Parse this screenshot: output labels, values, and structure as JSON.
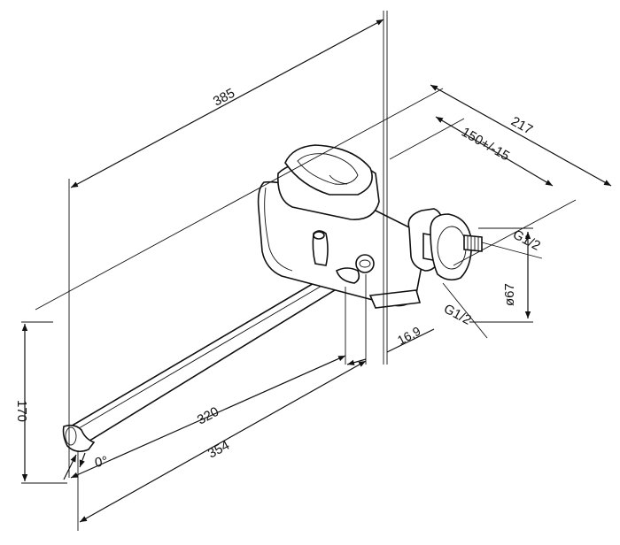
{
  "dimensions": {
    "d385": "385",
    "d217": "217",
    "d150": "150+/-15",
    "g12_top": "G1/2",
    "g12_bottom": "G1/2",
    "d67": "ø67",
    "d16_9": "16,9",
    "d320": "320",
    "d354": "354",
    "d170": "170",
    "angle0": "0°"
  }
}
